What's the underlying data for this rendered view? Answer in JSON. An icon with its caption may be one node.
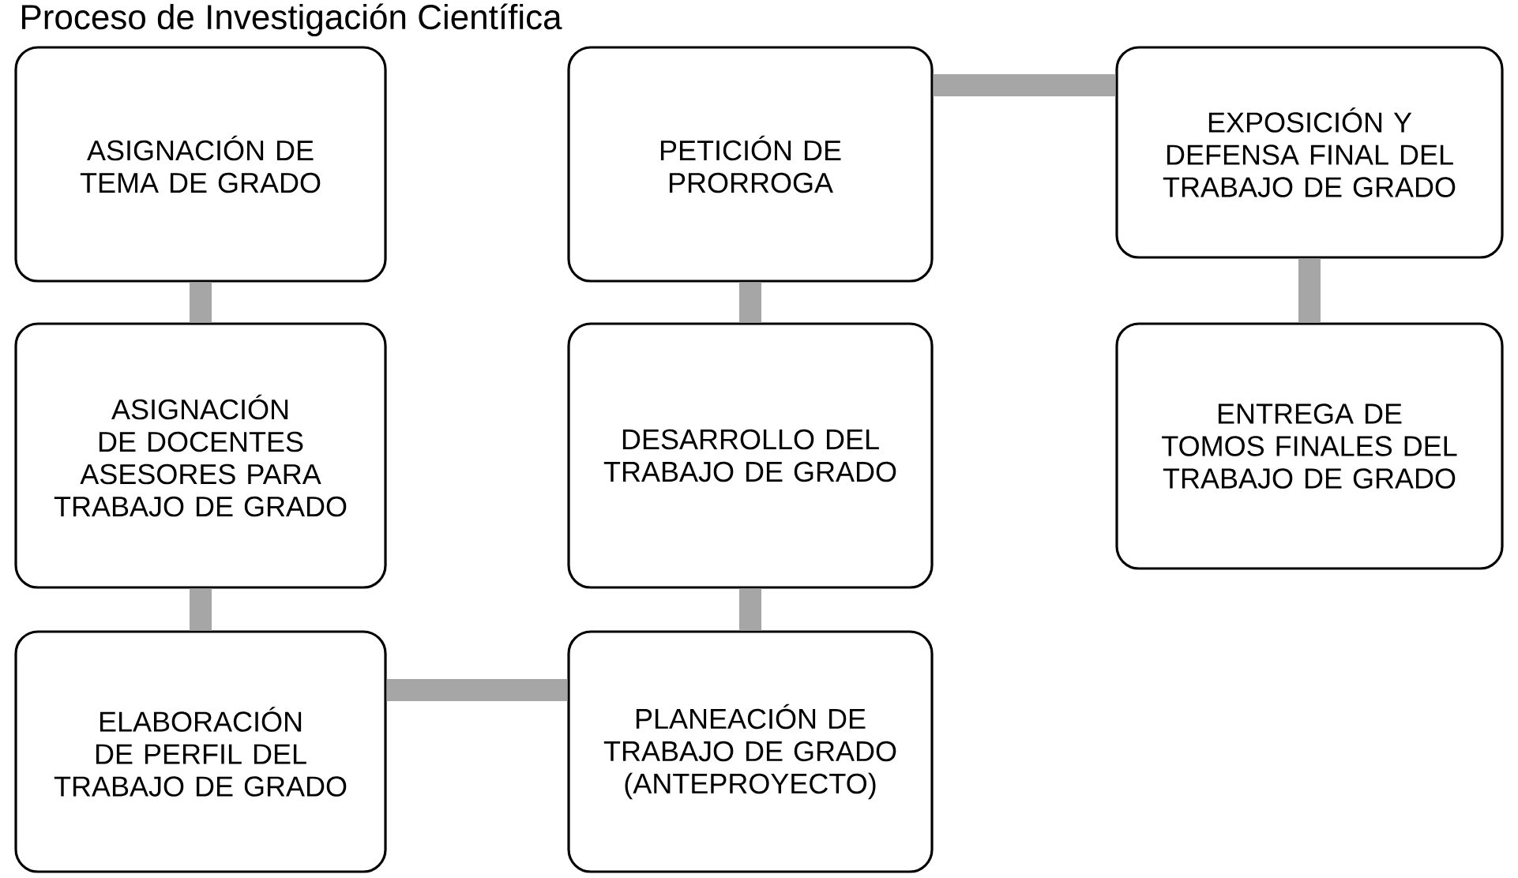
{
  "diagram": {
    "title": "Proceso de Investigación Científica",
    "nodes": [
      {
        "text": [
          "ASIGNACIÓN DE TEMA DE GRADO"
        ]
      },
      {
        "text": [
          "ASIGNACIÓN DE DOCENTES ASESORES PARA TRABAJO DE GRADO"
        ]
      },
      {
        "text": [
          "ELABORACIÓN DE PERFIL DEL TRABAJO DE GRADO"
        ]
      },
      {
        "text": [
          "PLANEACIÓN DE TRABAJO DE GRADO (ANTEPROYECTO)"
        ]
      },
      {
        "text": [
          "DESARROLLO DEL TRABAJO DE GRADO"
        ]
      },
      {
        "text": [
          "PETICIÓN DE PRORROGA"
        ]
      },
      {
        "text": [
          "EXPOSICIÓN Y DEFENSA FINAL DEL TRABAJO DE GRADO"
        ]
      },
      {
        "text": [
          "ENTREGA DE TOMOS FINALES DEL TRABAJO DE GRADO"
        ]
      }
    ],
    "edges": [
      {
        "from": 0,
        "to": 1,
        "arrow": "none"
      },
      {
        "from": 1,
        "to": 2,
        "arrow": "none"
      },
      {
        "from": 2,
        "to": 3,
        "arrow": "none"
      },
      {
        "from": 3,
        "to": 4,
        "arrow": "none"
      },
      {
        "from": 4,
        "to": 5,
        "arrow": "none"
      },
      {
        "from": 5,
        "to": 6,
        "arrow": "none"
      },
      {
        "from": 6,
        "to": 7,
        "arrow": "none"
      }
    ]
  }
}
